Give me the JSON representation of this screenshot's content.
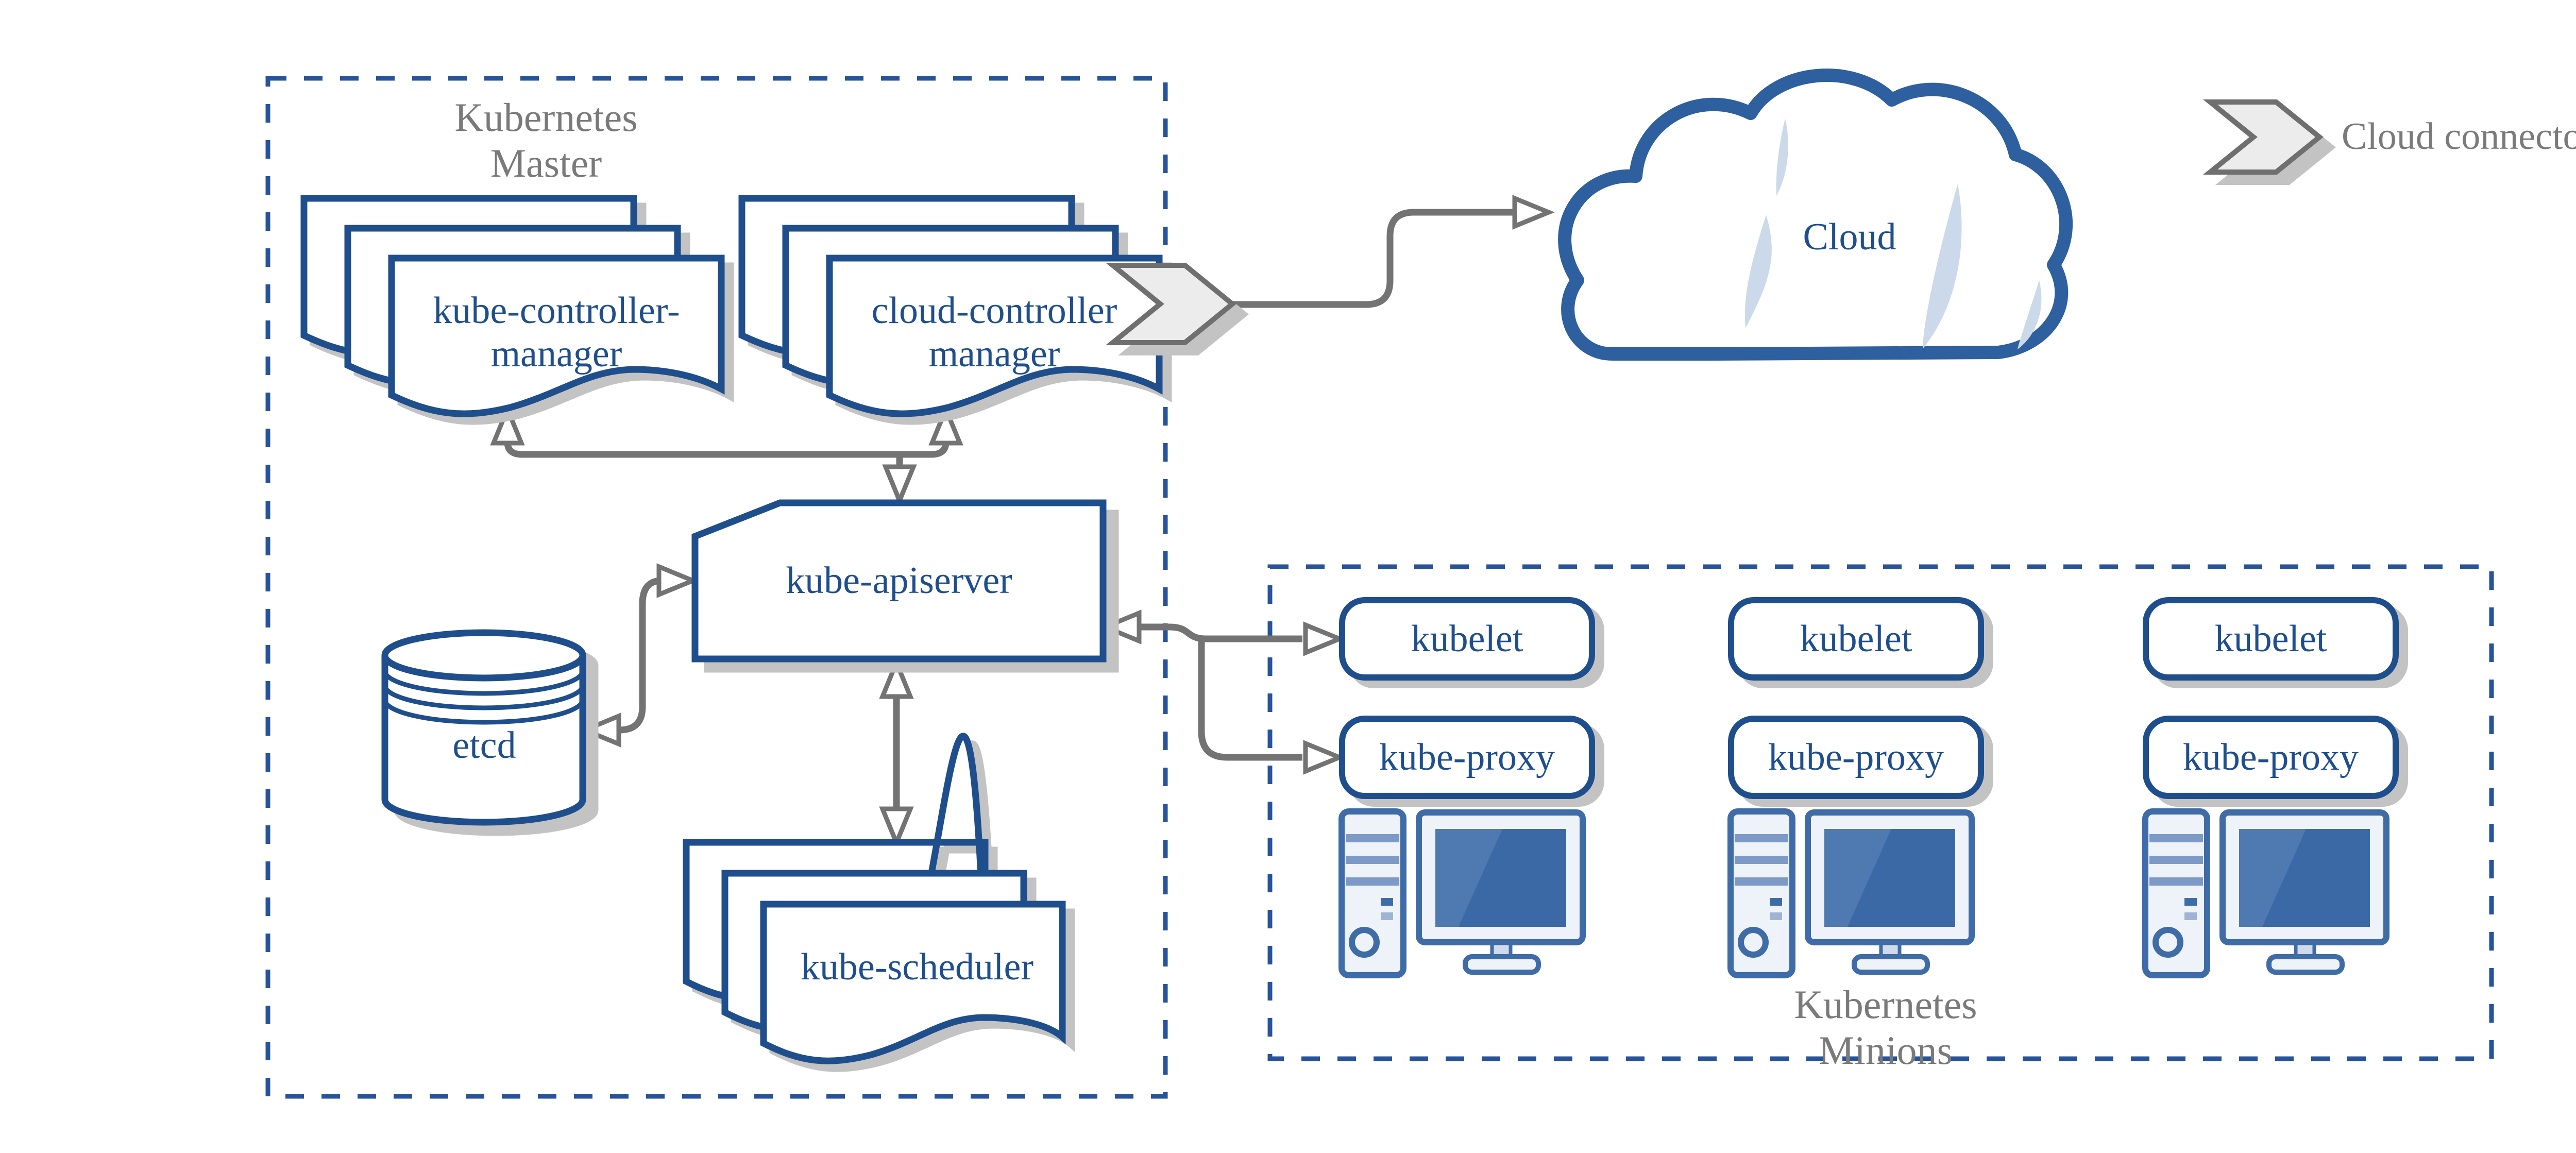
{
  "master": {
    "title": "Kubernetes\nMaster",
    "components": {
      "kube_controller_manager": "kube-controller-\nmanager",
      "cloud_controller_manager": "cloud-controller\nmanager",
      "kube_apiserver": "kube-apiserver",
      "etcd": "etcd",
      "kube_scheduler": "kube-scheduler"
    }
  },
  "cloud": {
    "label": "Cloud"
  },
  "legend": {
    "label": "Cloud connector"
  },
  "minions": {
    "title": "Kubernetes\nMinions",
    "nodes": [
      {
        "kubelet": "kubelet",
        "kube_proxy": "kube-proxy"
      },
      {
        "kubelet": "kubelet",
        "kube_proxy": "kube-proxy"
      },
      {
        "kubelet": "kubelet",
        "kube_proxy": "kube-proxy"
      }
    ]
  },
  "colors": {
    "accent_blue": "#1f4e8d",
    "icon_blue": "#3f6ca7",
    "cloud_border_blue": "#2e5f9f",
    "dash_blue": "#27539b",
    "gray_text": "#7a7a7a",
    "connector_gray": "#737373",
    "shadow_gray": "#c3c3c3",
    "light_fill": "#eef3fa",
    "screen_blue": "#3b69a6",
    "cloud_slice_blue": "#ccd9eb"
  }
}
